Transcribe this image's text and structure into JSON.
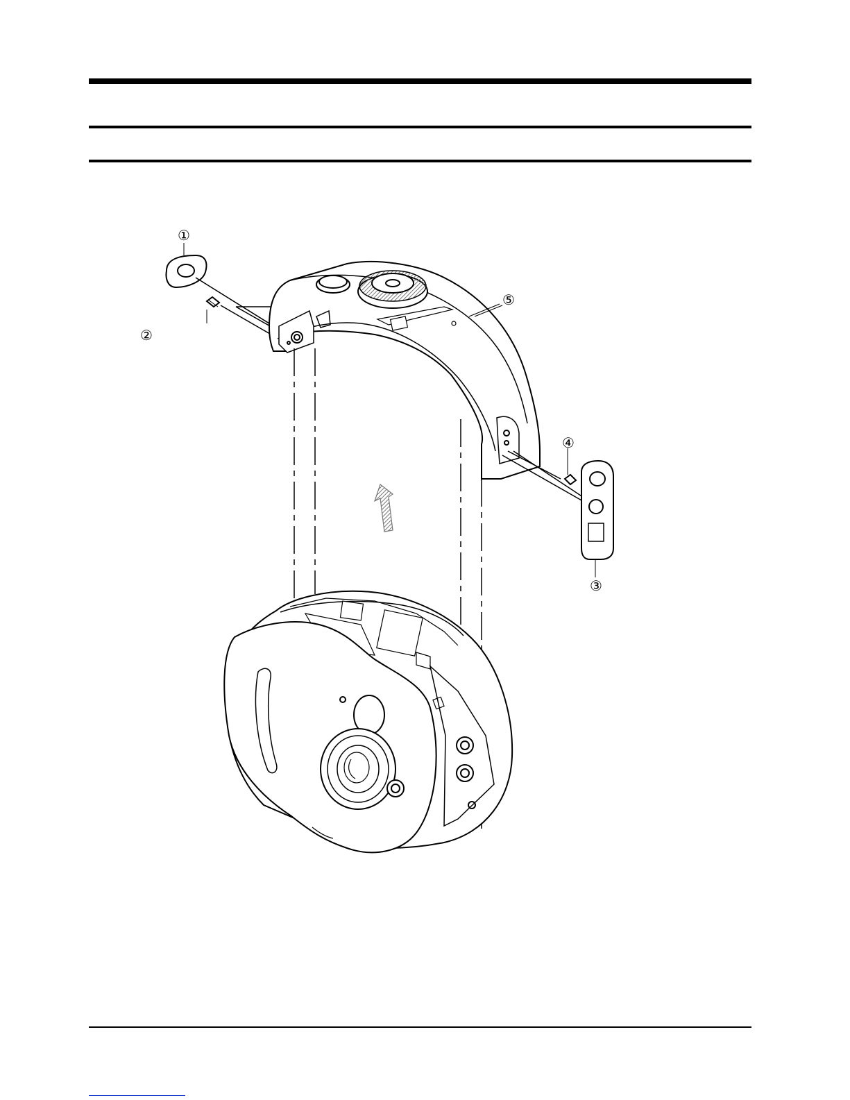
{
  "diagram": {
    "callouts": {
      "c1": "①",
      "c2": "②",
      "c3": "③",
      "c4": "④",
      "c5": "⑤"
    },
    "colors": {
      "line": "#000000",
      "fill": "#ffffff",
      "arrow": "#888888",
      "link": "#1a3fd0"
    }
  }
}
